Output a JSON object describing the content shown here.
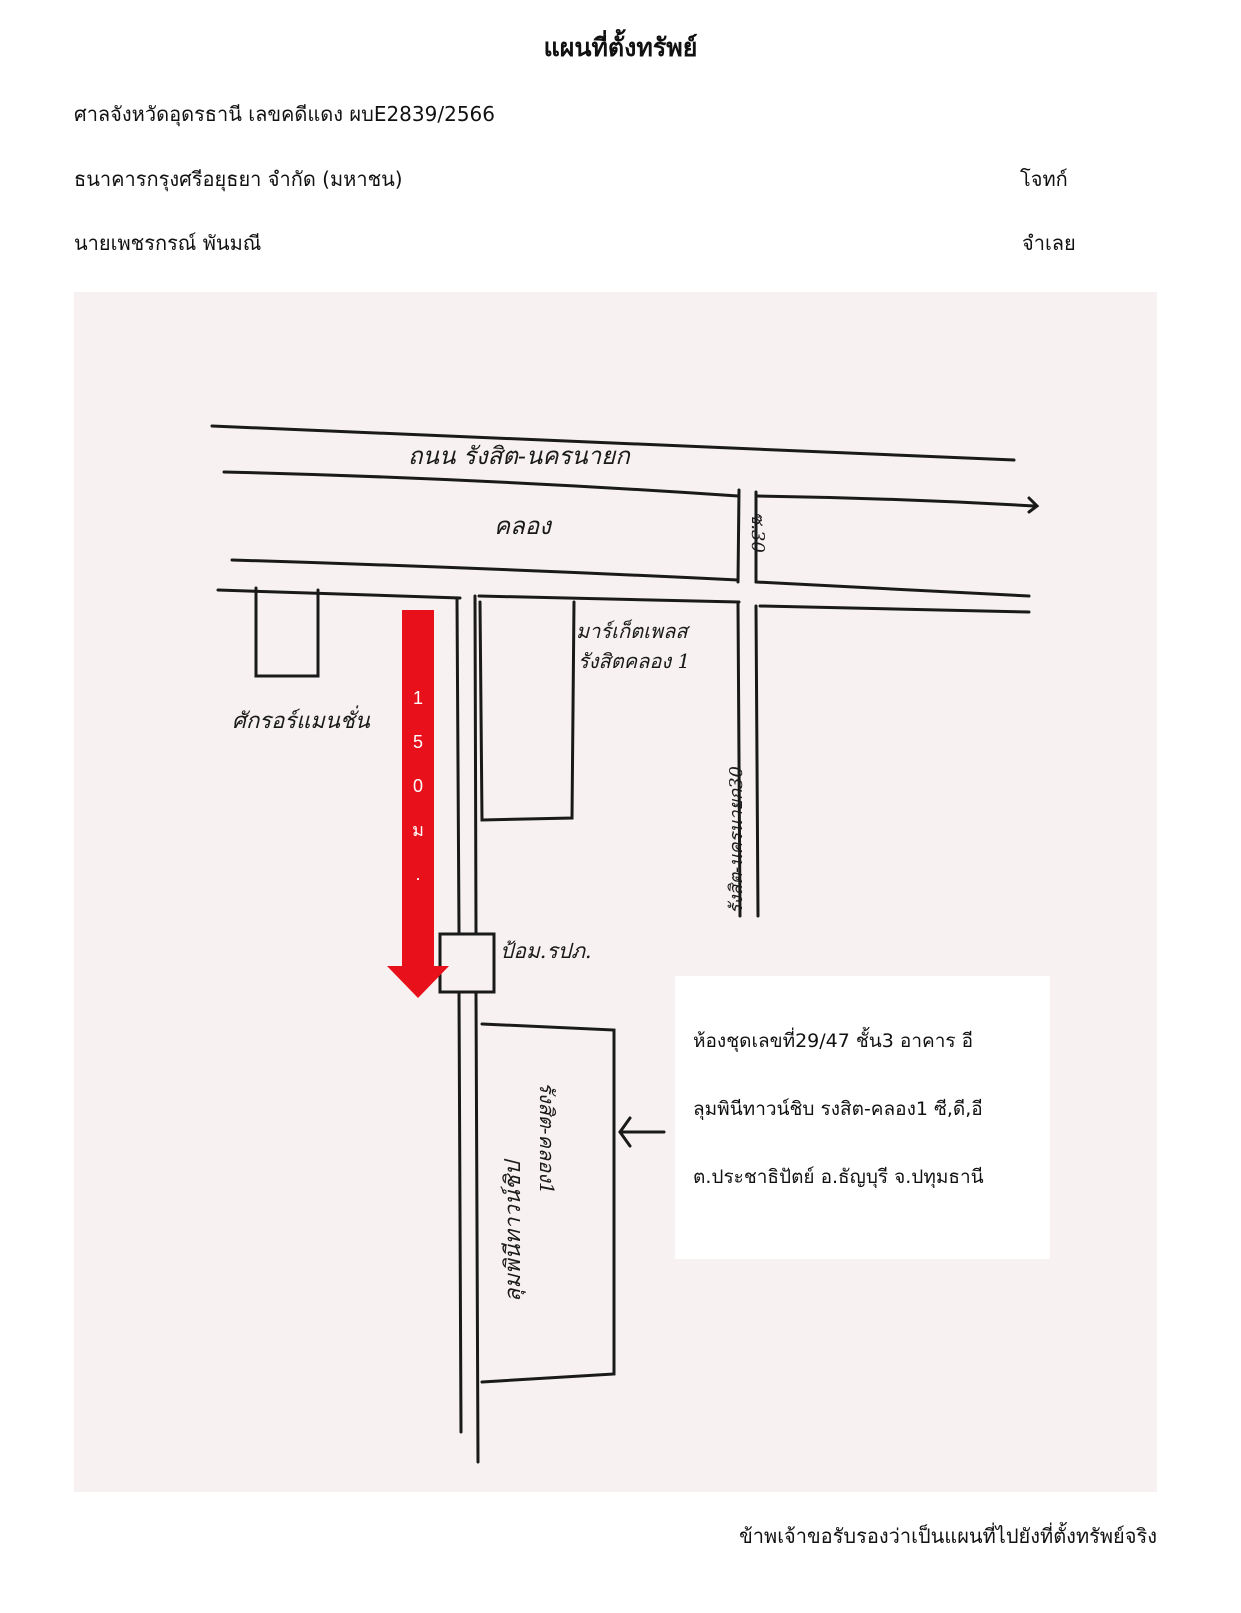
{
  "header": {
    "title": "แผนที่ตั้งทรัพย์",
    "court_line": "ศาลจังหวัดอุดรธานี เลขคดีแดง ผบE2839/2566",
    "plaintiff_name": "ธนาคารกรุงศรีอยุธยา จำกัด (มหาชน)",
    "plaintiff_role": "โจทก์",
    "defendant_name": "นายเพชรกรณ์ พันมณี",
    "defendant_role": "จำเลย"
  },
  "map": {
    "labels": {
      "main_road": "ถนน รังสิต-นครนายก",
      "canal": "คลอง",
      "soi_number": "ซ.30",
      "market": "มาร์เก็ตเพลส",
      "market_sub": "รังสิตคลอง 1",
      "mansion": "ศักรอร์แมนชั่น",
      "side_road": "รังสิต-นครนายก30",
      "police_box": "ป้อม.รปภ.",
      "condo": "ลุมพินีทาวน์ชิป",
      "condo_sub": "รังสิต-คลอง1"
    },
    "arrow": {
      "color": "#e8101a",
      "digits": [
        "1",
        "5",
        "0",
        "ม",
        "."
      ]
    },
    "property_info": [
      "ห้องชุดเลขที่29/47 ชั้น3 อาคาร อี",
      "ลุมพินีทาวน์ชิบ รงสิต-คลอง1 ซี,ดี,อี",
      "ต.ประชาธิปัตย์ อ.ธัญบุรี จ.ปทุมธานี"
    ]
  },
  "footer": {
    "certification": "ข้าพเจ้าขอรับรองว่าเป็นแผนที่ไปยังที่ตั้งทรัพย์จริง"
  }
}
